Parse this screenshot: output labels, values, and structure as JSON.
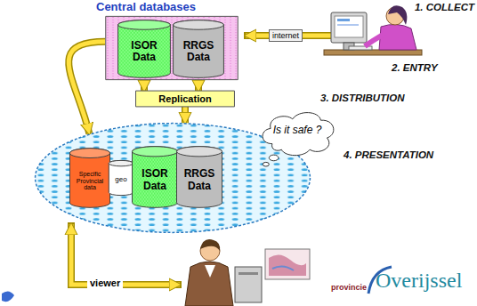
{
  "diagram": {
    "nodes": [
      {
        "text": [
          "Central databases"
        ]
      },
      {
        "text": [
          "ISOR Data"
        ],
        "in": 0
      },
      {
        "text": [
          "RRGS Data"
        ],
        "in": 0
      },
      {
        "text": [
          "Replication"
        ]
      },
      {
        "text": []
      },
      {
        "text": [
          "Specific Provincial data"
        ],
        "in": 4
      },
      {
        "text": [
          "geo"
        ],
        "in": 4
      },
      {
        "text": [
          "ISOR Data"
        ],
        "in": 4
      },
      {
        "text": [
          "RRGS Data"
        ],
        "in": 4
      },
      {
        "text": [
          "Is it safe ?"
        ]
      }
    ],
    "edges": [
      {
        "from": 1,
        "to": 3,
        "arrow": "to"
      },
      {
        "from": 2,
        "to": 3,
        "arrow": "to"
      },
      {
        "from": 3,
        "to": 4,
        "arrow": "to"
      },
      {
        "from": 0,
        "to": 4,
        "arrow": "to"
      }
    ],
    "labels": [
      "1. COLLECT",
      "2. ENTRY",
      "3. DISTRIBUTION",
      "4. PRESENTATION",
      "internet",
      "viewer",
      "provincie",
      "Overijssel"
    ]
  }
}
